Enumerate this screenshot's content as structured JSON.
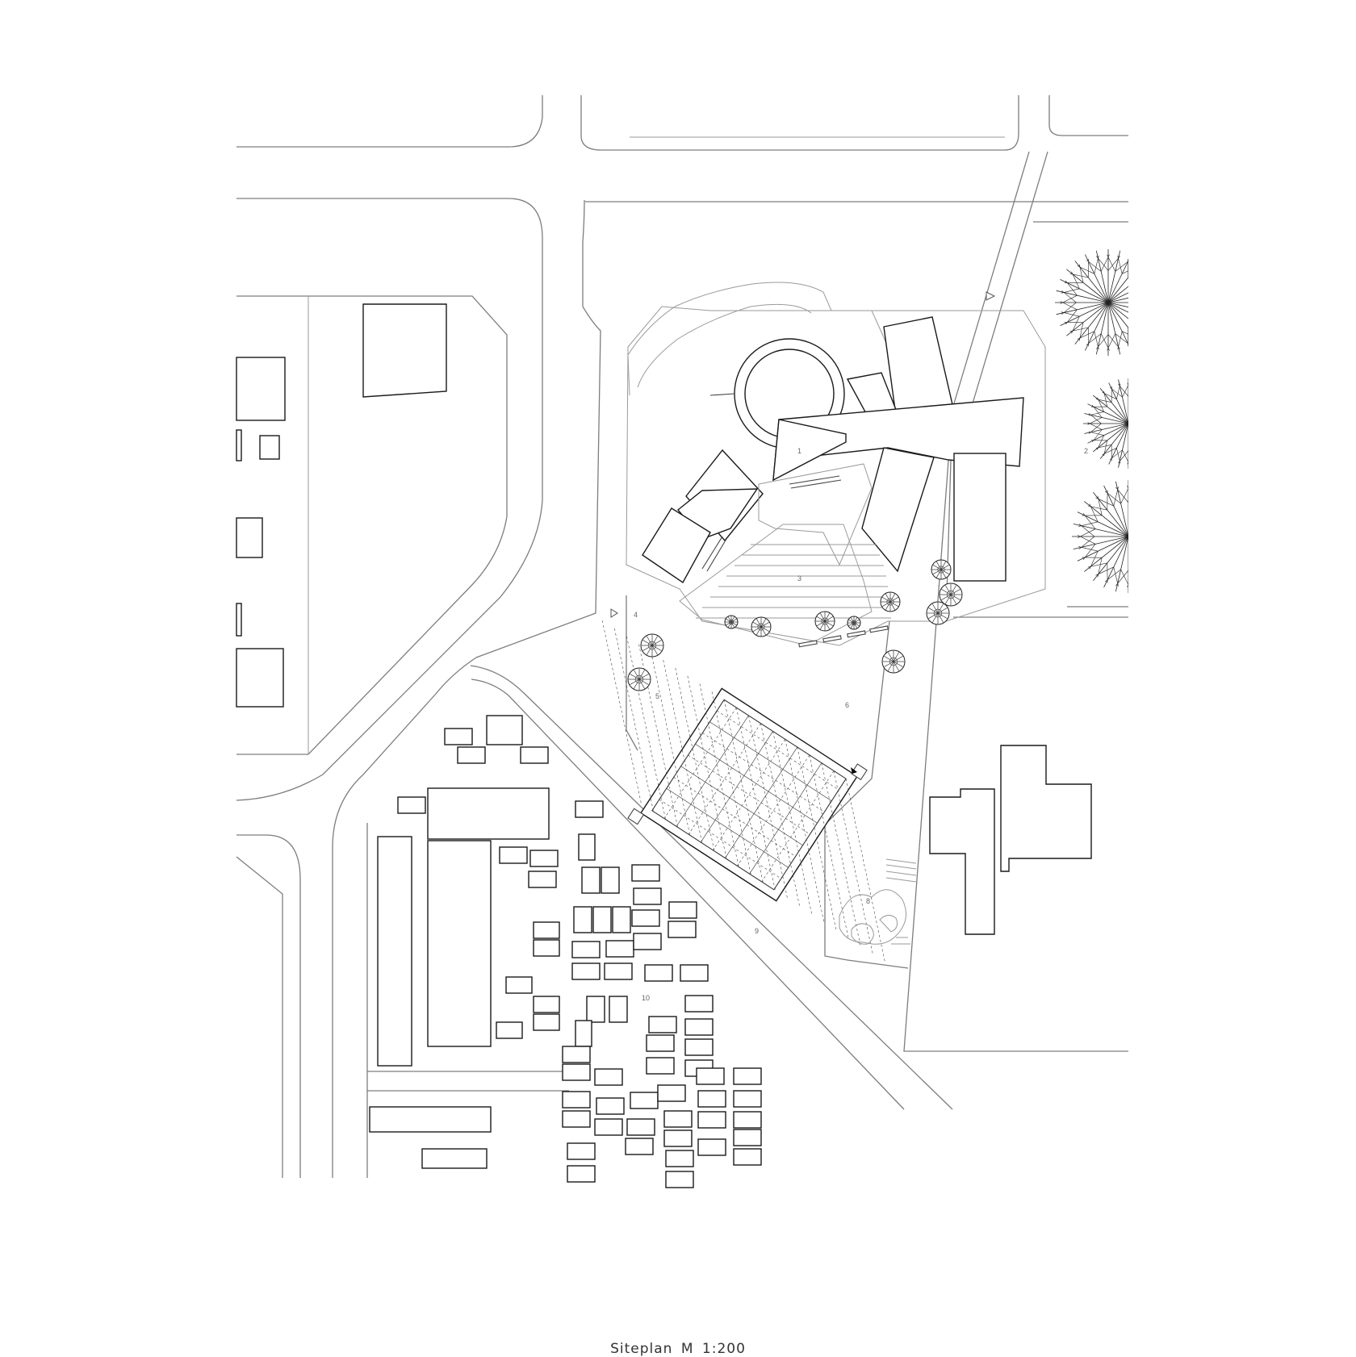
{
  "caption": "Siteplan M  1:200",
  "zone_labels": [
    "1",
    "2",
    "3",
    "4",
    "5",
    "6",
    "8",
    "9",
    "10"
  ],
  "colors": {
    "line": "#7d7d7d",
    "building": "#1a1a1a",
    "background": "#ffffff"
  },
  "icons": [
    "north-arrow-icon",
    "entrance-marker-icon"
  ]
}
